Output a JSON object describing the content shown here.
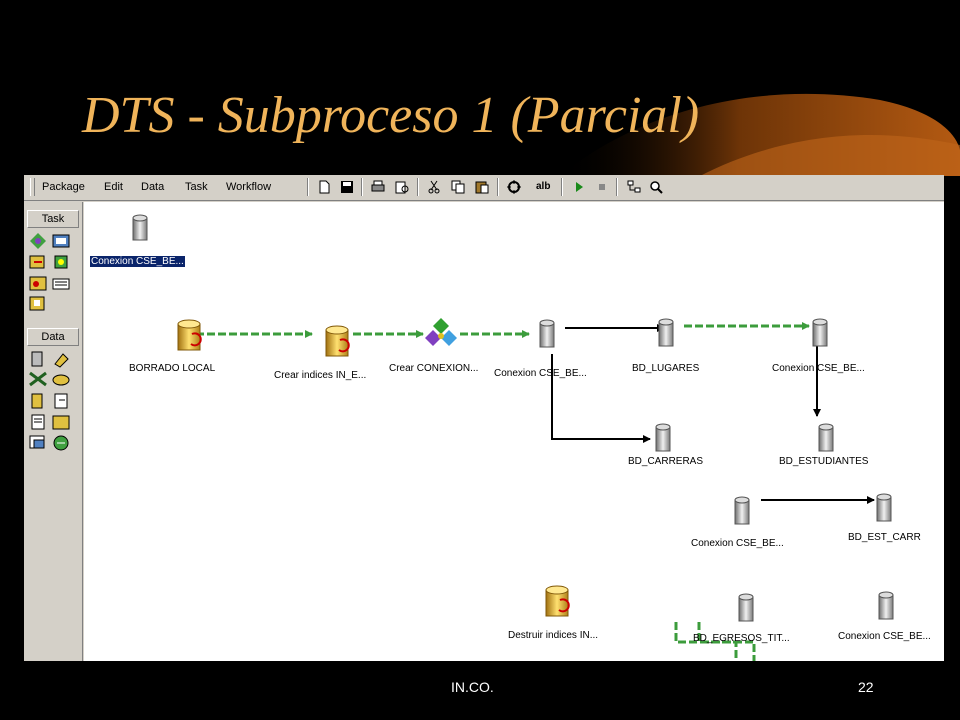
{
  "slide": {
    "title": "DTS - Subproceso 1 (Parcial)",
    "footer_left": "IN.CO.",
    "page_number": "22"
  },
  "menubar": {
    "items": [
      {
        "name": "menu-package",
        "label": "Package"
      },
      {
        "name": "menu-edit",
        "label": "Edit"
      },
      {
        "name": "menu-data",
        "label": "Data"
      },
      {
        "name": "menu-task",
        "label": "Task"
      },
      {
        "name": "menu-workflow",
        "label": "Workflow"
      }
    ]
  },
  "toolbar": {
    "buttons": [
      "new-icon",
      "save-icon",
      "print-icon",
      "print-preview-icon",
      "cut-icon",
      "copy-icon",
      "paste-icon",
      "execute-step-icon",
      "alb-icon",
      "run-icon",
      "stop-icon",
      "layout-icon",
      "zoom-icon"
    ],
    "alb_label": "alb"
  },
  "palette": {
    "task_header": "Task",
    "data_header": "Data",
    "task_icons": [
      "activex-script-task-icon",
      "transfer-objects-task-icon",
      "send-mail-task-icon",
      "bulk-insert-task-icon",
      "execute-sql-task-icon",
      "data-driven-query-task-icon",
      "transform-data-task-icon"
    ],
    "data_icons": [
      "sql-server-connection-icon",
      "access-connection-icon",
      "excel-connection-icon",
      "dbase-connection-icon",
      "oracle-connection-icon",
      "paradox-connection-icon",
      "text-file-source-icon",
      "text-file-dest-icon",
      "odbc-connection-icon",
      "other-connection-icon"
    ]
  },
  "nodes": {
    "conexion_top": "Conexion CSE_BE...",
    "borrado_local": "BORRADO LOCAL",
    "crear_indices": "Crear indices IN_E...",
    "crear_conexion": "Crear CONEXION...",
    "conexion_1": "Conexion CSE_BE...",
    "bd_lugares": "BD_LUGARES",
    "conexion_2": "Conexion CSE_BE...",
    "bd_carreras": "BD_CARRERAS",
    "bd_estudiantes": "BD_ESTUDIANTES",
    "conexion_3": "Conexion CSE_BE...",
    "bd_est_carr": "BD_EST_CARR",
    "conexion_4": "Conexion CSE_BE...",
    "bd_egresos": "BD_EGRESOS_TIT...",
    "destruir_indices": "Destruir indices IN..."
  },
  "colors": {
    "title": "#f0b45a",
    "success_arrow": "#3c9c3c",
    "transform_arrow": "#000000",
    "selection": "#0a246a"
  }
}
